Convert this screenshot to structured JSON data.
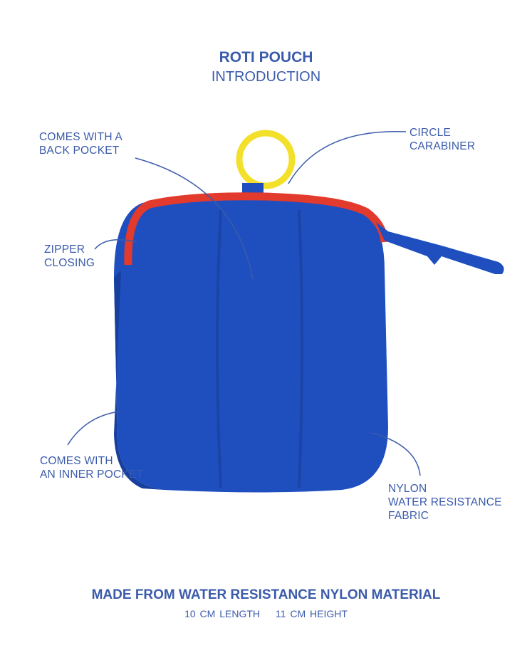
{
  "header": {
    "title": "ROTI POUCH",
    "subtitle": "INTRODUCTION"
  },
  "callouts": {
    "back_pocket": [
      "COMES WITH A",
      "BACK POCKET"
    ],
    "carabiner": [
      "CIRCLE",
      "CARABINER"
    ],
    "zipper": [
      "ZIPPER",
      "CLOSING"
    ],
    "inner_pocket": [
      "COMES WITH",
      "AN INNER POCKET"
    ],
    "fabric": [
      "NYLON",
      "WATER RESISTANCE",
      "FABRIC"
    ]
  },
  "footer": {
    "material": "MADE FROM WATER RESISTANCE NYLON MATERIAL",
    "length": "10 CM LENGTH",
    "height": "11 CM HEIGHT"
  },
  "colors": {
    "text": "#3b5bab",
    "pouch": "#1f4fbf",
    "zipper": "#e23a2c",
    "ring": "#f2e02a"
  }
}
